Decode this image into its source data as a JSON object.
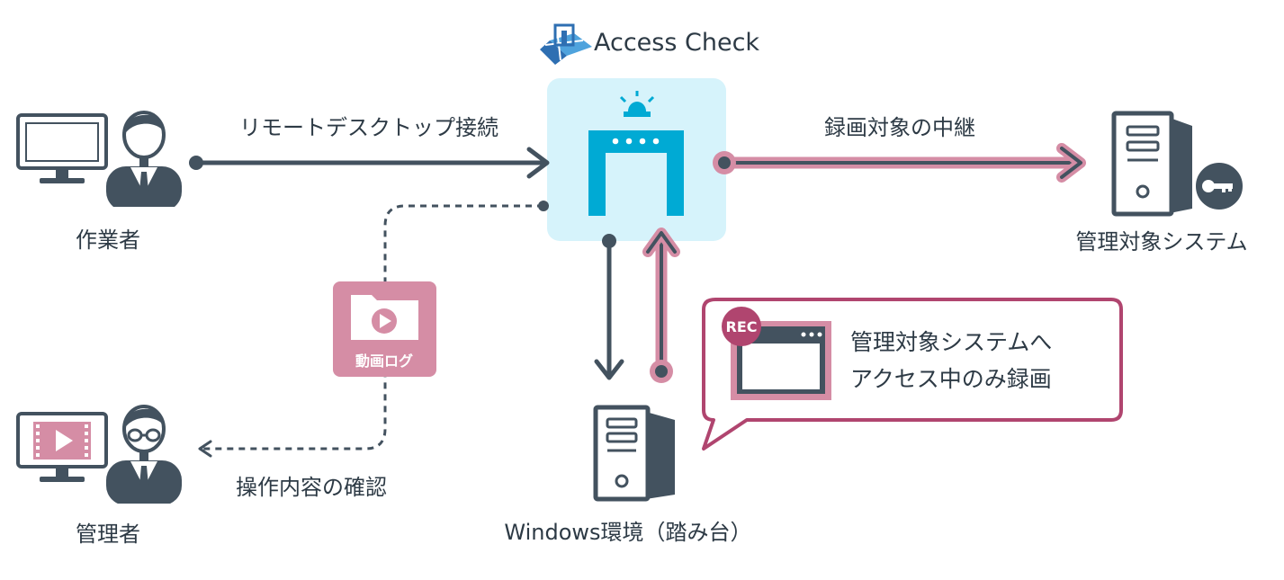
{
  "brand": {
    "name": "Access Check"
  },
  "actors": {
    "worker": {
      "label": "作業者"
    },
    "admin": {
      "label": "管理者"
    }
  },
  "nodes": {
    "target_system": {
      "label": "管理対象システム"
    },
    "windows": {
      "label": "Windows環境（踏み台）"
    }
  },
  "edges": {
    "remote_desktop": {
      "label": "リモートデスクトップ接続"
    },
    "relay": {
      "label": "録画対象の中継"
    },
    "confirm": {
      "label": "操作内容の確認"
    }
  },
  "video_log": {
    "label": "動画ログ"
  },
  "callout": {
    "badge": "REC",
    "line1": "管理対象システムへ",
    "line2": "アクセス中のみ録画"
  },
  "colors": {
    "dark": "#43525f",
    "pink": "#d58da5",
    "magenta": "#b0456f",
    "cyan": "#00aad4",
    "cyan_bg": "#d6f3fb",
    "brand_blue": "#2e6fb2"
  }
}
